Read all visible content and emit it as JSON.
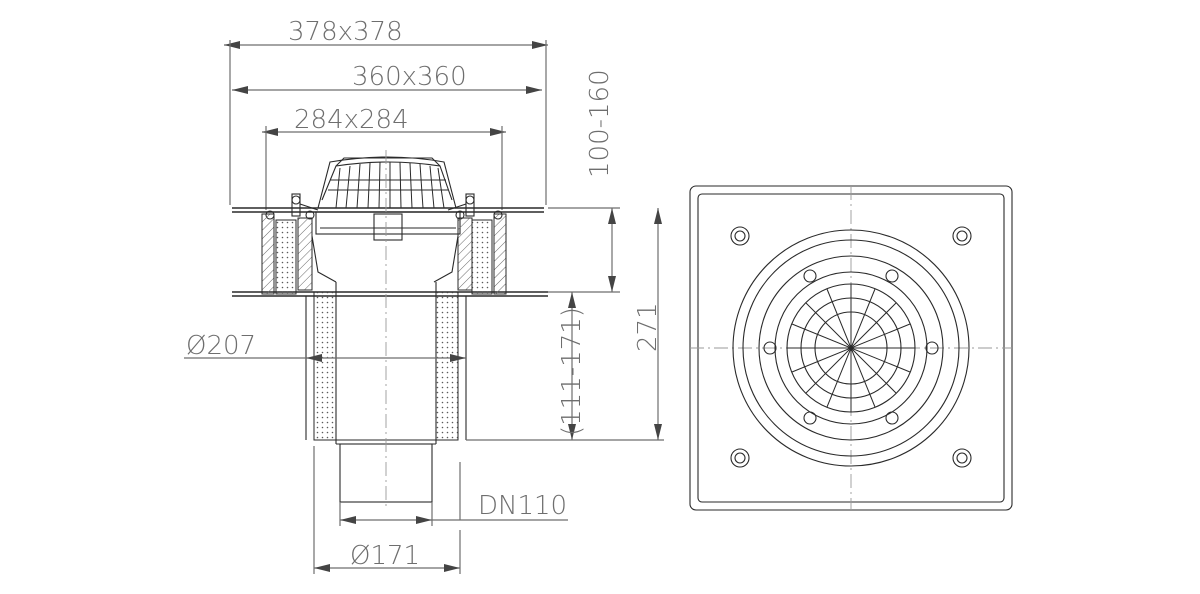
{
  "dimensions": {
    "flange_outer": "378x378",
    "flange_mid": "360x360",
    "flange_inner": "284x284",
    "height_adjust": "100-160",
    "total_height": "271",
    "body_range": "(111-171)",
    "diameter_body": "Ø207",
    "diameter_bottom": "Ø171",
    "outlet": "DN110"
  }
}
